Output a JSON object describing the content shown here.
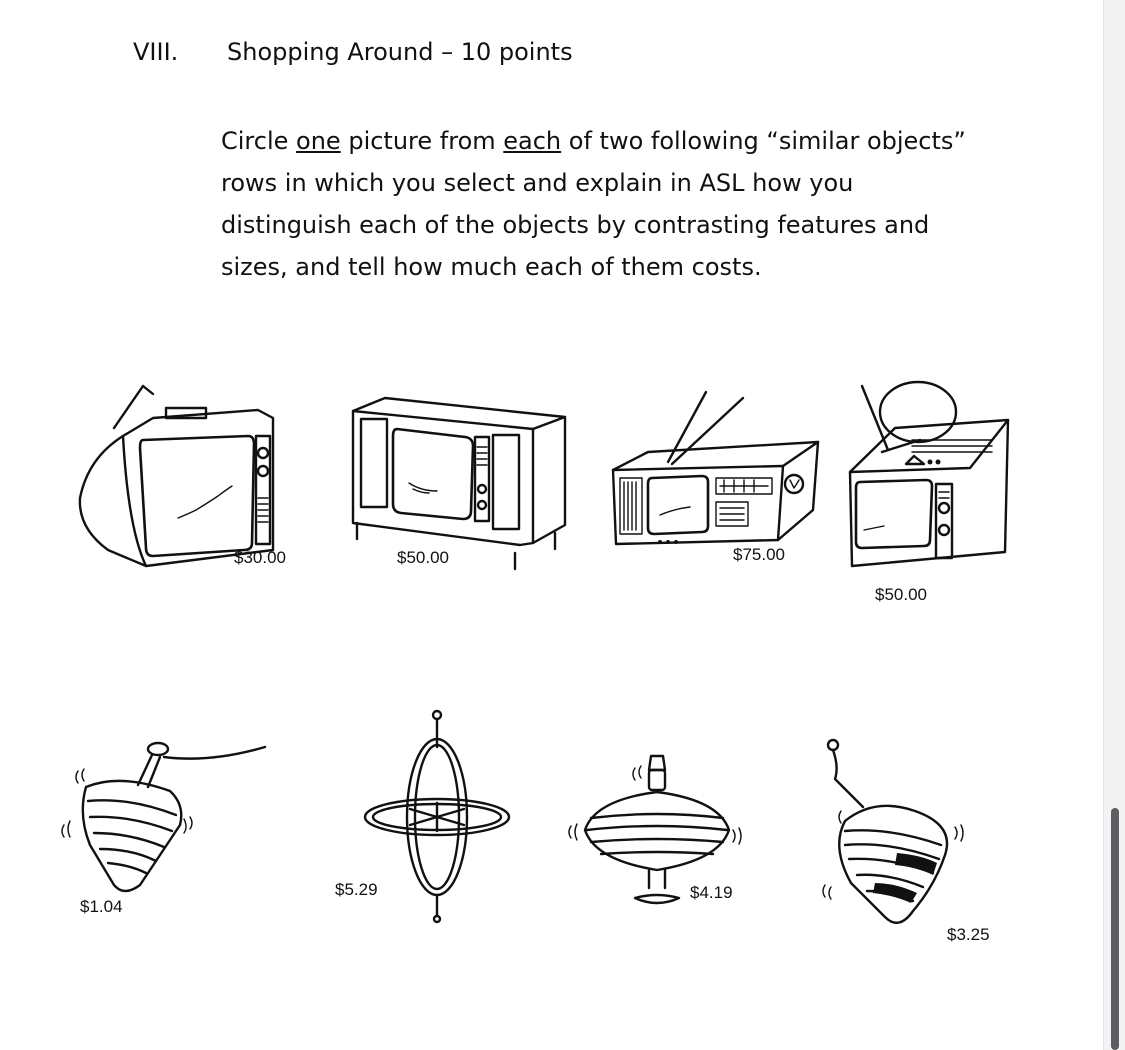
{
  "section": {
    "number": "VIII.",
    "title": "Shopping Around – 10 points"
  },
  "instructions": {
    "part1": "Circle ",
    "underline1": "one",
    "part2": " picture from ",
    "underline2": "each",
    "part3": " of two following “similar objects” rows in which you select and explain in ASL how you distinguish each of the objects by contrasting features and sizes, and tell how much each of them costs."
  },
  "rows": [
    {
      "name": "televisions",
      "items": [
        {
          "icon": "portable-tv-icon",
          "price": "$30.00"
        },
        {
          "icon": "console-tv-icon",
          "price": "$50.00"
        },
        {
          "icon": "radio-tv-combo-icon",
          "price": "$75.00"
        },
        {
          "icon": "small-tv-with-antenna-icon",
          "price": "$50.00"
        }
      ]
    },
    {
      "name": "spinning-tops",
      "items": [
        {
          "icon": "string-top-icon",
          "price": "$1.04"
        },
        {
          "icon": "gyroscope-icon",
          "price": "$5.29"
        },
        {
          "icon": "flat-top-icon",
          "price": "$4.19"
        },
        {
          "icon": "striped-top-icon",
          "price": "$3.25"
        }
      ]
    }
  ]
}
